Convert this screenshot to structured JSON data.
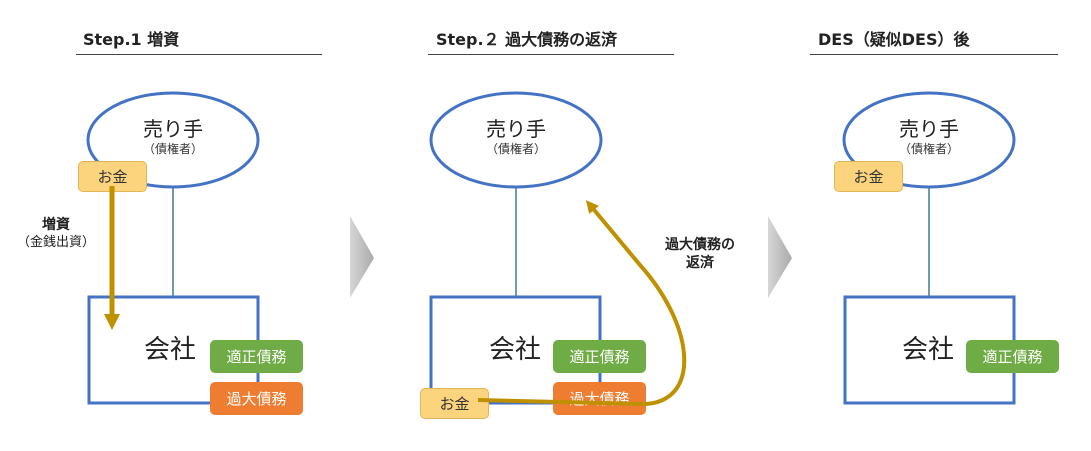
{
  "steps": [
    {
      "title": "Step.1 増資",
      "seller": {
        "name": "売り手",
        "role": "（債権者）"
      },
      "money_label": "お金",
      "arrow_label": {
        "line1": "増資",
        "line2": "（金銭出資）"
      },
      "company": {
        "name": "会社",
        "debts": [
          "適正債務",
          "過大債務"
        ]
      }
    },
    {
      "title": "Step.２ 過大債務の返済",
      "seller": {
        "name": "売り手",
        "role": "（債権者）"
      },
      "money_label": "お金",
      "arrow_label": {
        "line1": "過大債務の",
        "line2": "返済"
      },
      "company": {
        "name": "会社",
        "debts": [
          "適正債務",
          "過大債務"
        ]
      }
    },
    {
      "title": "DES（疑似DES）後",
      "seller": {
        "name": "売り手",
        "role": "（債権者）"
      },
      "money_label": "お金",
      "company": {
        "name": "会社",
        "debts": [
          "適正債務"
        ]
      }
    }
  ],
  "colors": {
    "outline_blue": "#4472c4",
    "connector": "#3e7a8a",
    "arrow_gold": "#bf9000",
    "chevron_gray": "#bdbdbd",
    "money_fill": "#fdd47e",
    "proper_debt": "#6fac46",
    "excess_debt": "#ee7d31"
  }
}
